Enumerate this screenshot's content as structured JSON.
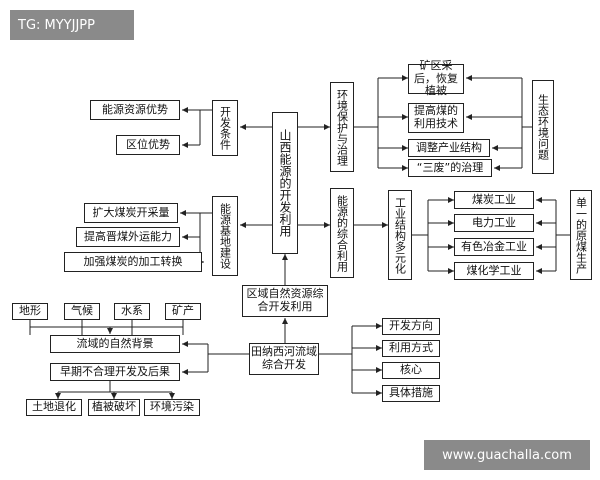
{
  "watermark_top": "TG: MYYJJPP",
  "watermark_bottom": "www.guachalla.com",
  "center": "山西能源的开发利用",
  "left_top": {
    "conditions": "开发条件",
    "items": [
      "能源资源优势",
      "区位优势"
    ]
  },
  "left_mid": {
    "base": "能源基地建设",
    "items": [
      "扩大煤炭开采量",
      "提高晋煤外运能力",
      "加强煤炭的加工转换"
    ]
  },
  "right_top": {
    "env": "环境保护与治理",
    "items": [
      "矿区采后，恢复植被",
      "提高煤的利用技术",
      "调整产业结构",
      "“三废”的治理"
    ],
    "side": "生态环境问题"
  },
  "right_mid": {
    "use": "能源的综合利用",
    "div": "工业结构多元化",
    "items": [
      "煤炭工业",
      "电力工业",
      "有色冶金工业",
      "煤化学工业"
    ],
    "side": "单一的原煤生产"
  },
  "regional": "区域自然资源综合开发利用",
  "river": "田纳西河流域综合开发",
  "bottom_left": {
    "factors": [
      "地形",
      "气候",
      "水系",
      "矿产"
    ],
    "background": "流域的自然背景",
    "early": "早期不合理开发及后果",
    "results": [
      "土地退化",
      "植被破坏",
      "环境污染"
    ]
  },
  "bottom_right": [
    "开发方向",
    "利用方式",
    "核心",
    "具体措施"
  ]
}
